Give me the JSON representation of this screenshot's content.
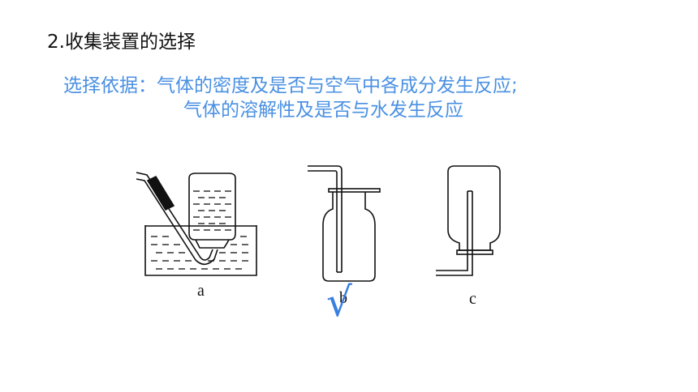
{
  "slide": {
    "heading": "2.收集装置的选择",
    "basis_line1": "选择依据：气体的密度及是否与空气中各成分发生反应;",
    "basis_line2": "气体的溶解性及是否与水发生反应"
  },
  "figures": {
    "label_a": "a",
    "label_b": "b",
    "label_c": "c",
    "check_mark": "√"
  },
  "colors": {
    "accent_blue": "#4a90e2",
    "text": "#111111"
  }
}
